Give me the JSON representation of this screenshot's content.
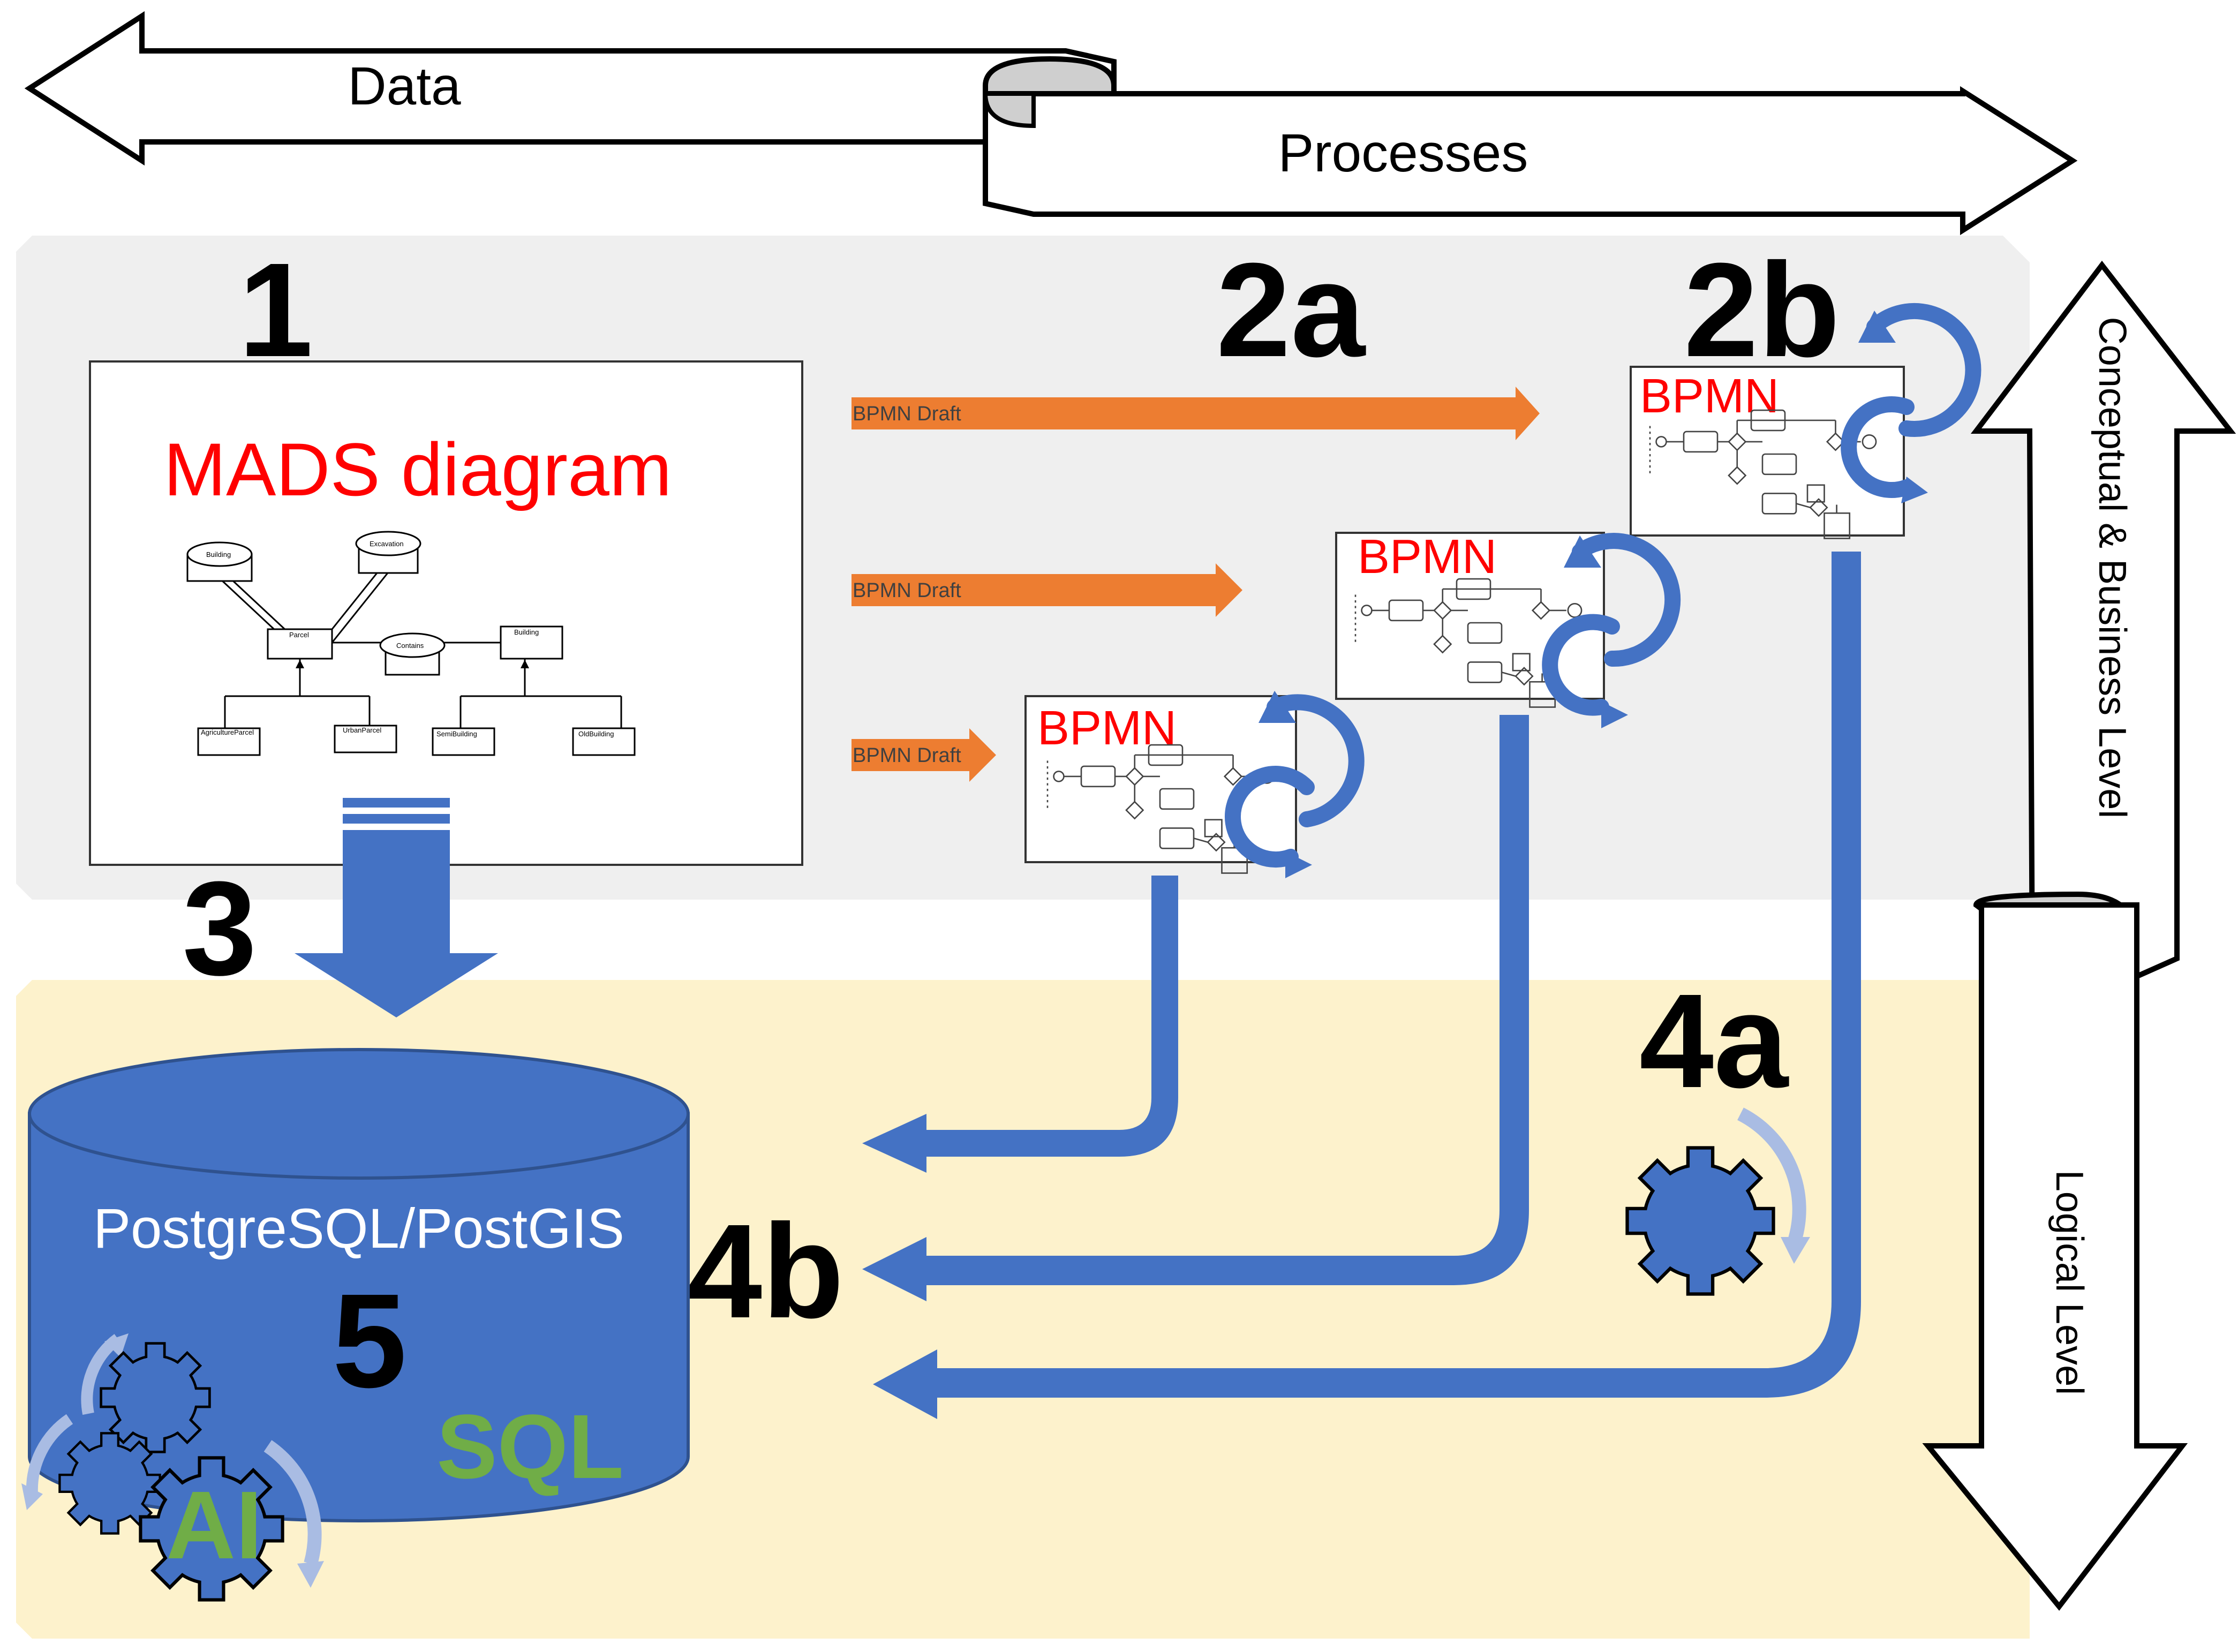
{
  "top_arrows": {
    "data_label": "Data",
    "processes_label": "Processes"
  },
  "side_arrow": {
    "upper_label": "Conceptual & Business Level",
    "lower_label": "Logical Level"
  },
  "steps": {
    "s1": "1",
    "s2a": "2a",
    "s2b": "2b",
    "s3": "3",
    "s4a": "4a",
    "s4b": "4b",
    "s5": "5"
  },
  "mads": {
    "title": "MADS diagram",
    "classes": [
      "Building",
      "Excavation",
      "Parcel",
      "Contains",
      "Building",
      "AgricultureParcel",
      "UrbanParcel",
      "SemiBuilding",
      "OldBuilding"
    ]
  },
  "bpmn": {
    "title": "BPMN",
    "draft_label": "BPMN Draft"
  },
  "database": {
    "name": "PostgreSQL/PostGIS",
    "sql_label": "SQL",
    "ai_label": "AI"
  },
  "colors": {
    "blue": "#4472c4",
    "orange": "#ed7d31",
    "red": "#ff0000",
    "green": "#70ad47",
    "gray_band": "#efefef",
    "yellow_band": "#fdf2cc",
    "light_blue": "#a9bce3"
  }
}
